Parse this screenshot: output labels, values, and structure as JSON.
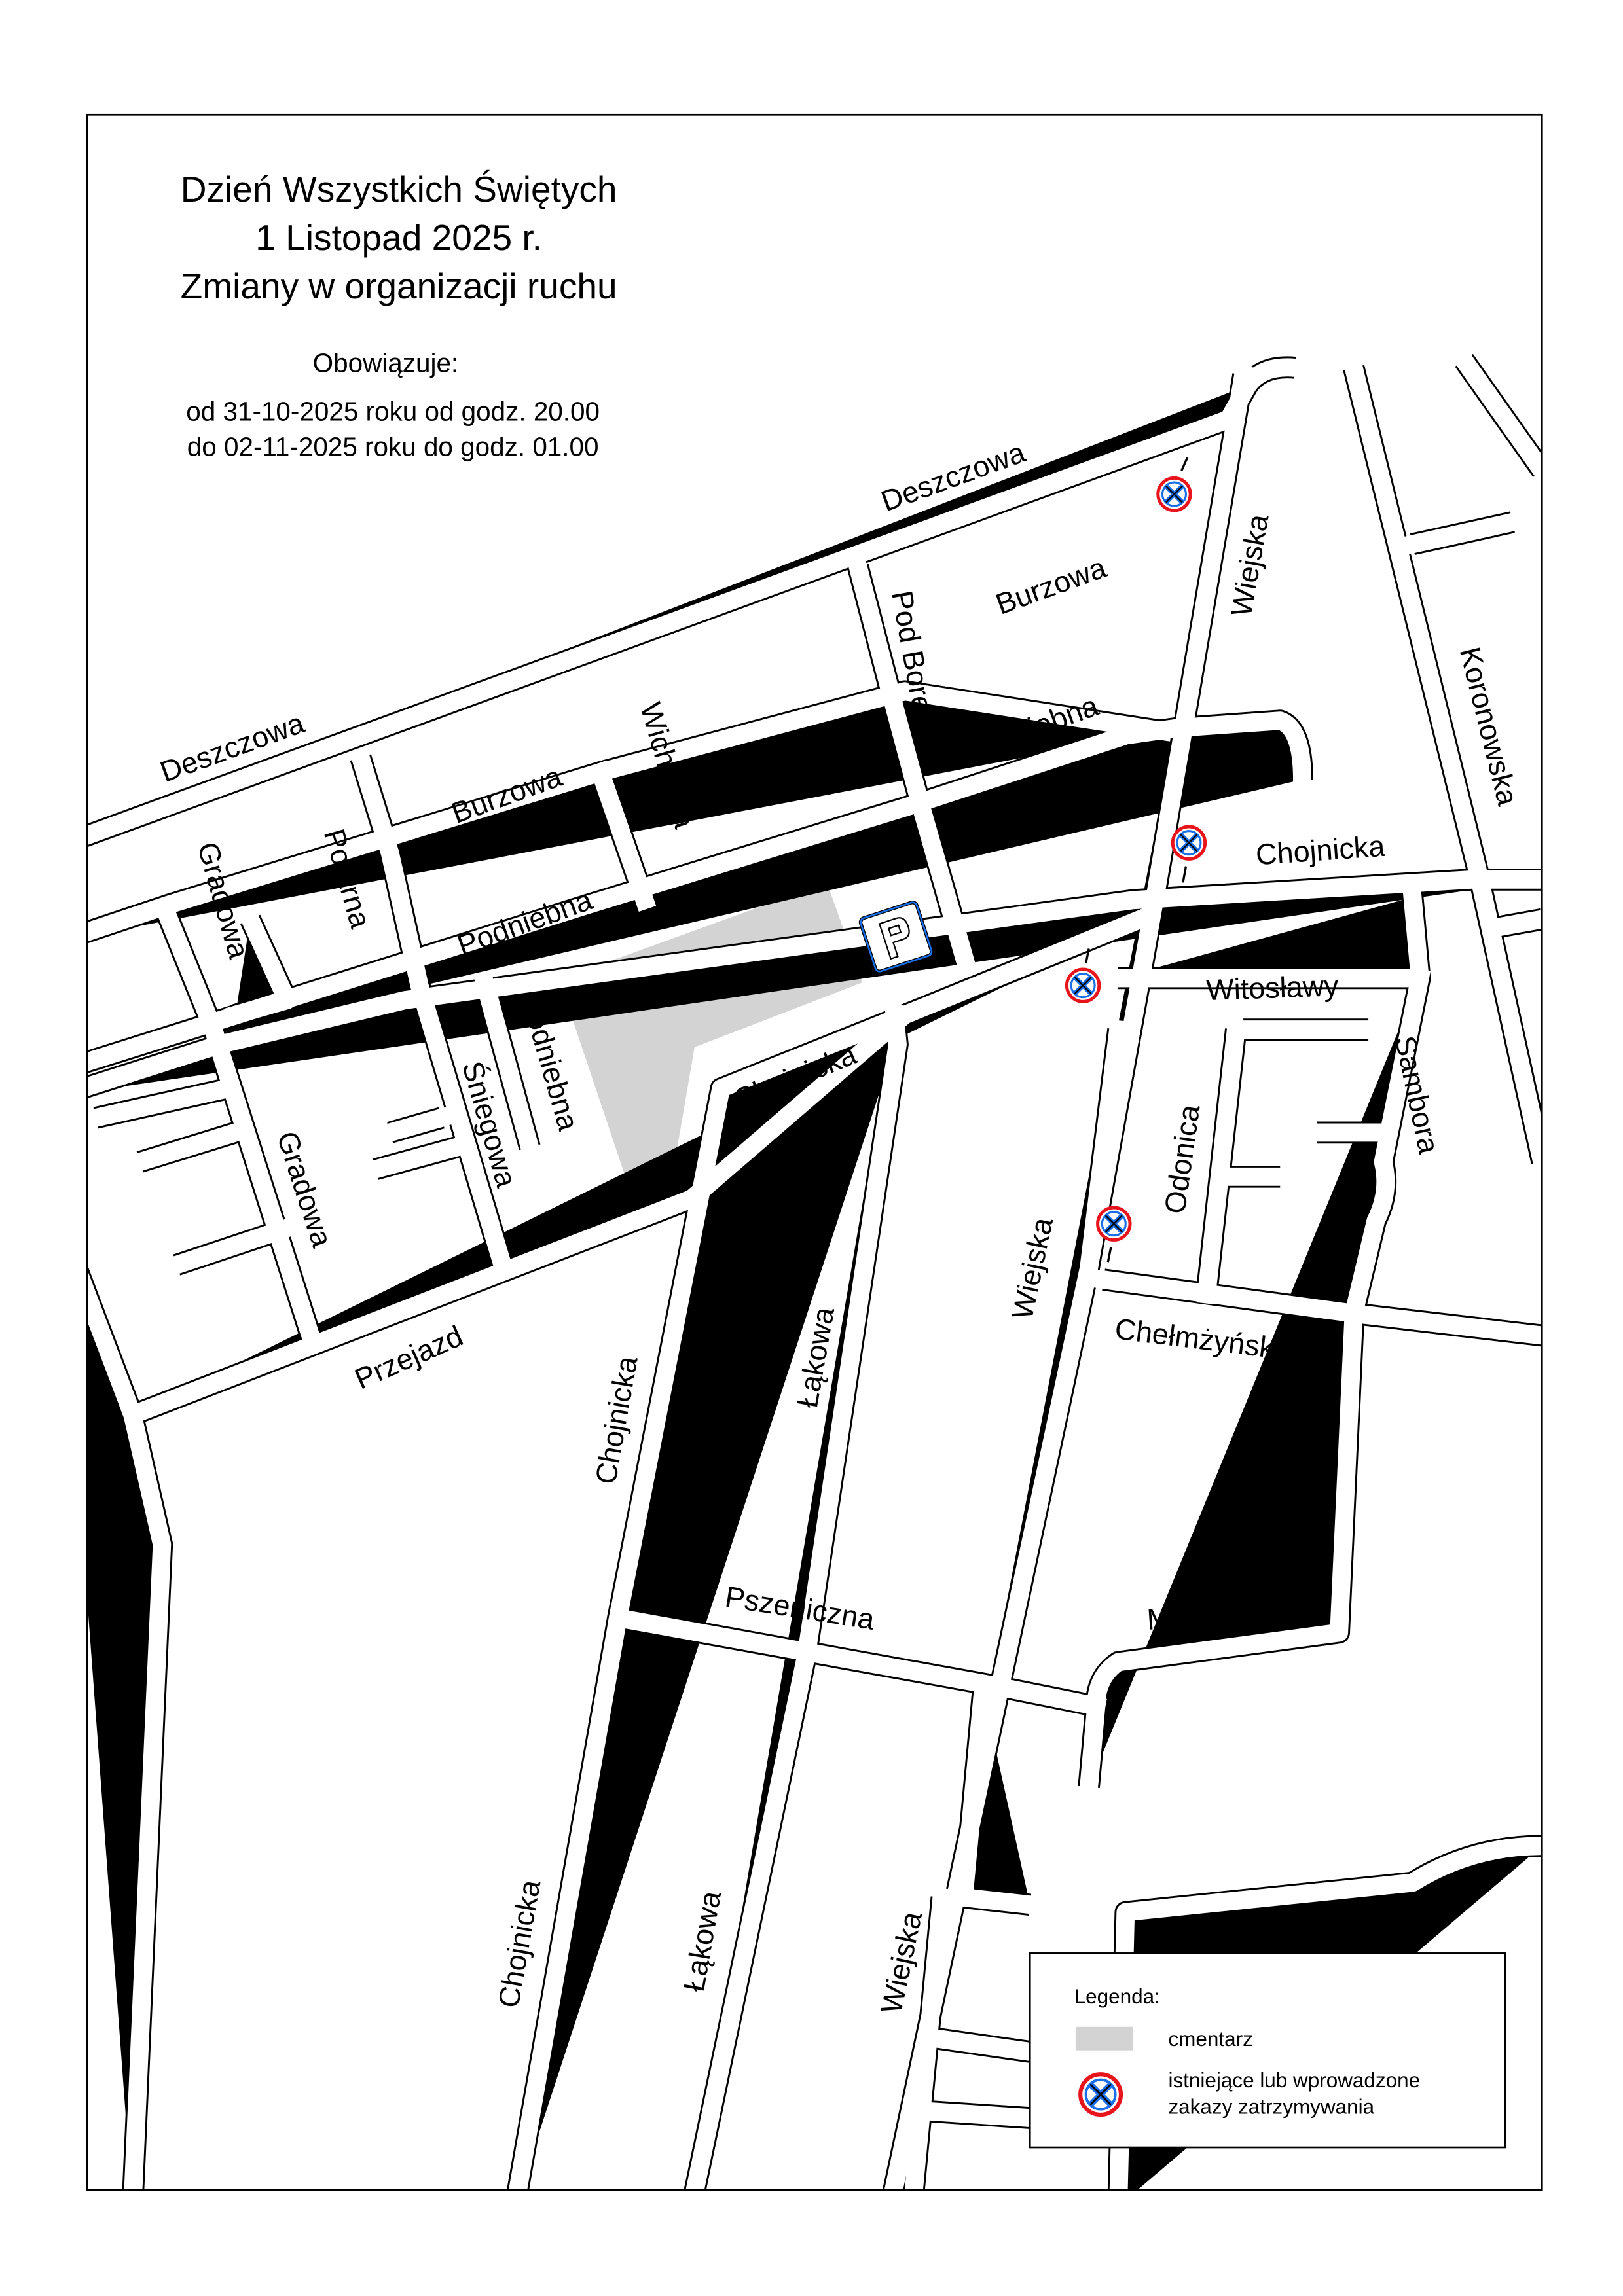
{
  "header": {
    "title_line1": "Dzień Wszystkich Świętych",
    "title_line2": "1 Listopad 2025 r.",
    "title_line3": "Zmiany w organizacji ruchu",
    "valid_label": "Obowiązuje:",
    "valid_from": "od 31-10-2025 roku od godz. 20.00",
    "valid_to": "do 02-11-2025 roku do godz. 01.00"
  },
  "streets": {
    "deszczowa": "Deszczowa",
    "burzowa": "Burzowa",
    "podniebna": "Podniebna",
    "wichrowa": "Wichrowa",
    "pod_borem": "Pod Borem",
    "gradowa": "Gradowa",
    "polarna": "Polarna",
    "sniegowa": "Śniegowa",
    "chojnicka": "Chojnicka",
    "wiejska": "Wiejska",
    "koronowska": "Koronowska",
    "witoslawy": "Witosławy",
    "sambora": "Sambora",
    "odonica": "Odonica",
    "chelmzynska": "Chełmżyńska",
    "przejazd": "Przejazd",
    "lakowa": "Łąkowa",
    "pszeniczna": "Pszeniczna",
    "msciwoja": "Mściwoja"
  },
  "legend": {
    "title": "Legenda:",
    "cemetery": "cmentarz",
    "no_stopping_line1": "istniejące lub wprowadzone",
    "no_stopping_line2": "zakazy zatrzymywania"
  },
  "colors": {
    "cemetery": "#d3d3d3",
    "sign_red": "#e8141b",
    "sign_blue": "#1a6fe8"
  },
  "icons": [
    "parking-icon",
    "no-stopping-sign-icon"
  ]
}
